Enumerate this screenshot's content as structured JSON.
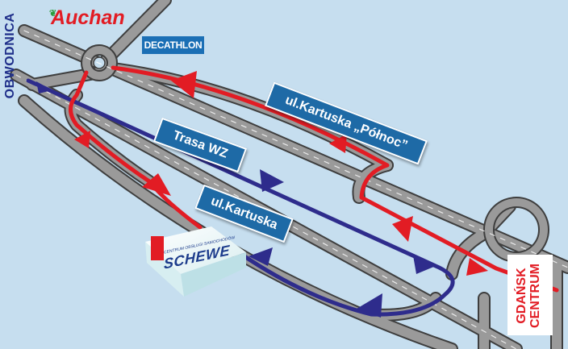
{
  "labels": {
    "obwodnica": "OBWODNICA",
    "gdansk": "GDAŃSK",
    "centrum": "CENTRUM",
    "trasa_wz": "Trasa WZ",
    "kartuska_polnoc": "ul.Kartuska „Północ”",
    "kartuska": "ul.Kartuska"
  },
  "brands": {
    "auchan": "Auchan",
    "auchan_initial": "A",
    "auchan_rest": "uchan",
    "decathlon": "DECATHLON",
    "schewe": "SCHEWE",
    "schewe_sub": "CENTRUM OBSŁUGI SAMOCHODÓW"
  },
  "colors": {
    "background": "#c6deef",
    "road": "#9a9a9a",
    "road_edge": "#3e3e3e",
    "red_route": "#e21c24",
    "blue_route": "#2e2c8c",
    "label_box": "#1e6aa6",
    "obwodnica_text": "#1f2f8a",
    "gdansk_text": "#e21c24"
  }
}
